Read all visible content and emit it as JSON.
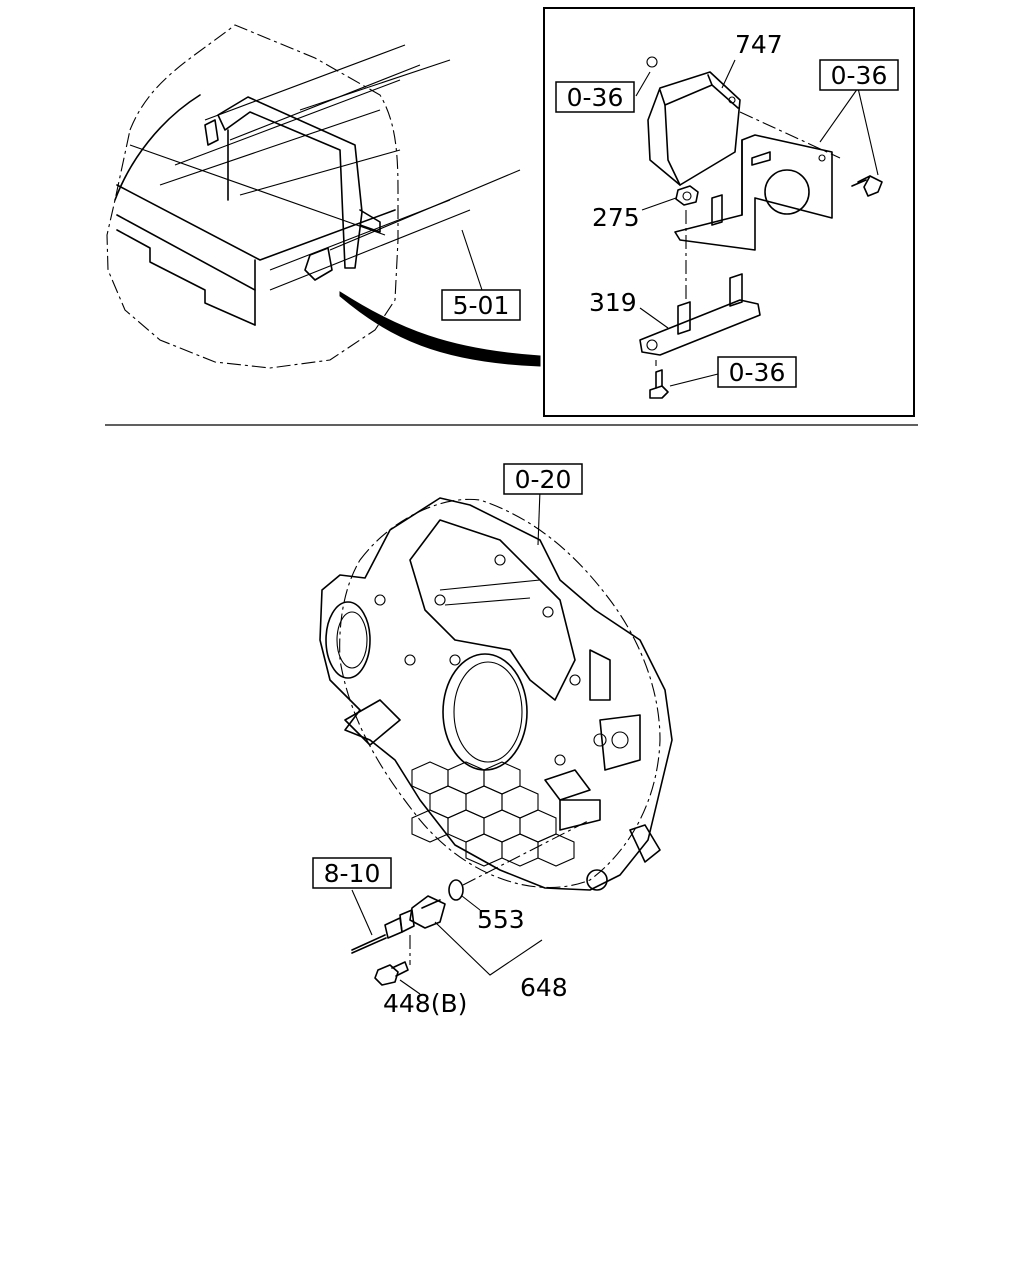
{
  "refs": {
    "top_inset_left": "0-36",
    "top_inset_right": "0-36",
    "top_inset_bottom": "0-36",
    "vehicle": "5-01",
    "flywheel_housing": "0-20",
    "harness": "8-10"
  },
  "parts": {
    "p747": "747",
    "p275": "275",
    "p319": "319",
    "p553": "553",
    "p648": "648",
    "p448": "448(B)"
  }
}
